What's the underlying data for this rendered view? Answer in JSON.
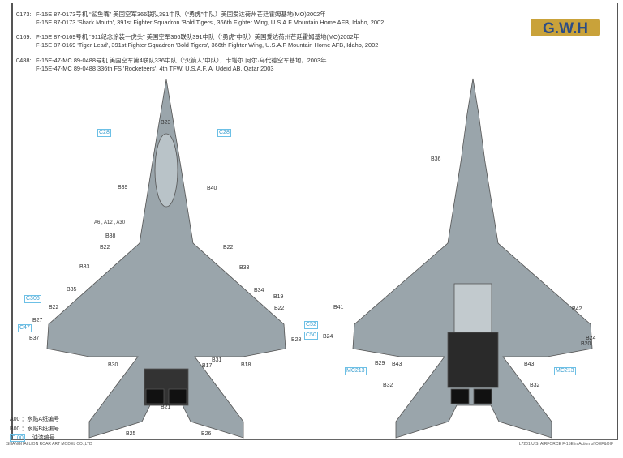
{
  "header": [
    {
      "code": "0173:",
      "cn": "F-15E 87-0173号机 “鲨鱼嘴”  美国空军366联队391中队（“勇虎”中队）美国爱达荷州芒廷霍姆基地(MO)2002年",
      "en": "F-15E 87-0173 'Shark Mouth',  391st Fighter Squadron 'Bold Tigers',  366th Fighter Wing, U.S.A.F Mountain Home AFB, Idaho,  2002"
    },
    {
      "code": "0169:",
      "cn": "F-15E  87-0169号机 “911纪念涂装一虎头”  美国空军366联队391中队（“勇虎”中队）美国爱达荷州芒廷霍姆基地(MO)2002年",
      "en": "F-15E 87-0169 'Tiger Lead',  391st Fighter Squadron 'Bold Tigers',  366th Fighter Wing, U.S.A.F Mountain Home AFB, Idaho,  2002"
    },
    {
      "code": "0488:",
      "cn": "F-15E-47-MC  89-0488号机  美国空军第4联队336中队（“火箭人”中队），卡塔尔 阿尔·乌代德空军基地，2003年",
      "en": "F-15E-47-MC  89-0488 336th FS 'Rocketeers', 4th TFW, U.S.A.F, Al Udeid AB, Qatar 2003"
    }
  ],
  "logo": "G.W.H",
  "labels_top": [
    "B23",
    "C28",
    "C28",
    "B39",
    "B40",
    "A6 , A12 , A30",
    "B38",
    "B22",
    "B22",
    "B33",
    "B33",
    "B35",
    "C306",
    "B34",
    "B19",
    "B22",
    "B22",
    "B27",
    "C47",
    "C52",
    "C50",
    "B37",
    "B28",
    "B30",
    "B31",
    "B17",
    "B18",
    "B21",
    "B25",
    "B26"
  ],
  "labels_bottom": [
    "B36",
    "B41",
    "B42",
    "B24",
    "B24",
    "B20",
    "B29",
    "B43",
    "B43",
    "MC213",
    "MC213",
    "B32",
    "B32"
  ],
  "legend": [
    {
      "code": "A00",
      "text": "：水贴A纸编号"
    },
    {
      "code": "B00",
      "text": "：水贴B纸编号"
    },
    {
      "code": "C 00",
      "text": "：油漆编号"
    }
  ],
  "footer": {
    "left": "SHANGHAI LION ROAR ART MODEL CO.,LTD",
    "right": "L7201 U.S. AIRFORCE  F-15E  in Action  of  OEF&OIF"
  },
  "colors": {
    "aircraft": "#9aa5ab",
    "aircraft_dark": "#7d878c",
    "paint_callout": "#3a9fd0",
    "exhaust": "#222222"
  }
}
